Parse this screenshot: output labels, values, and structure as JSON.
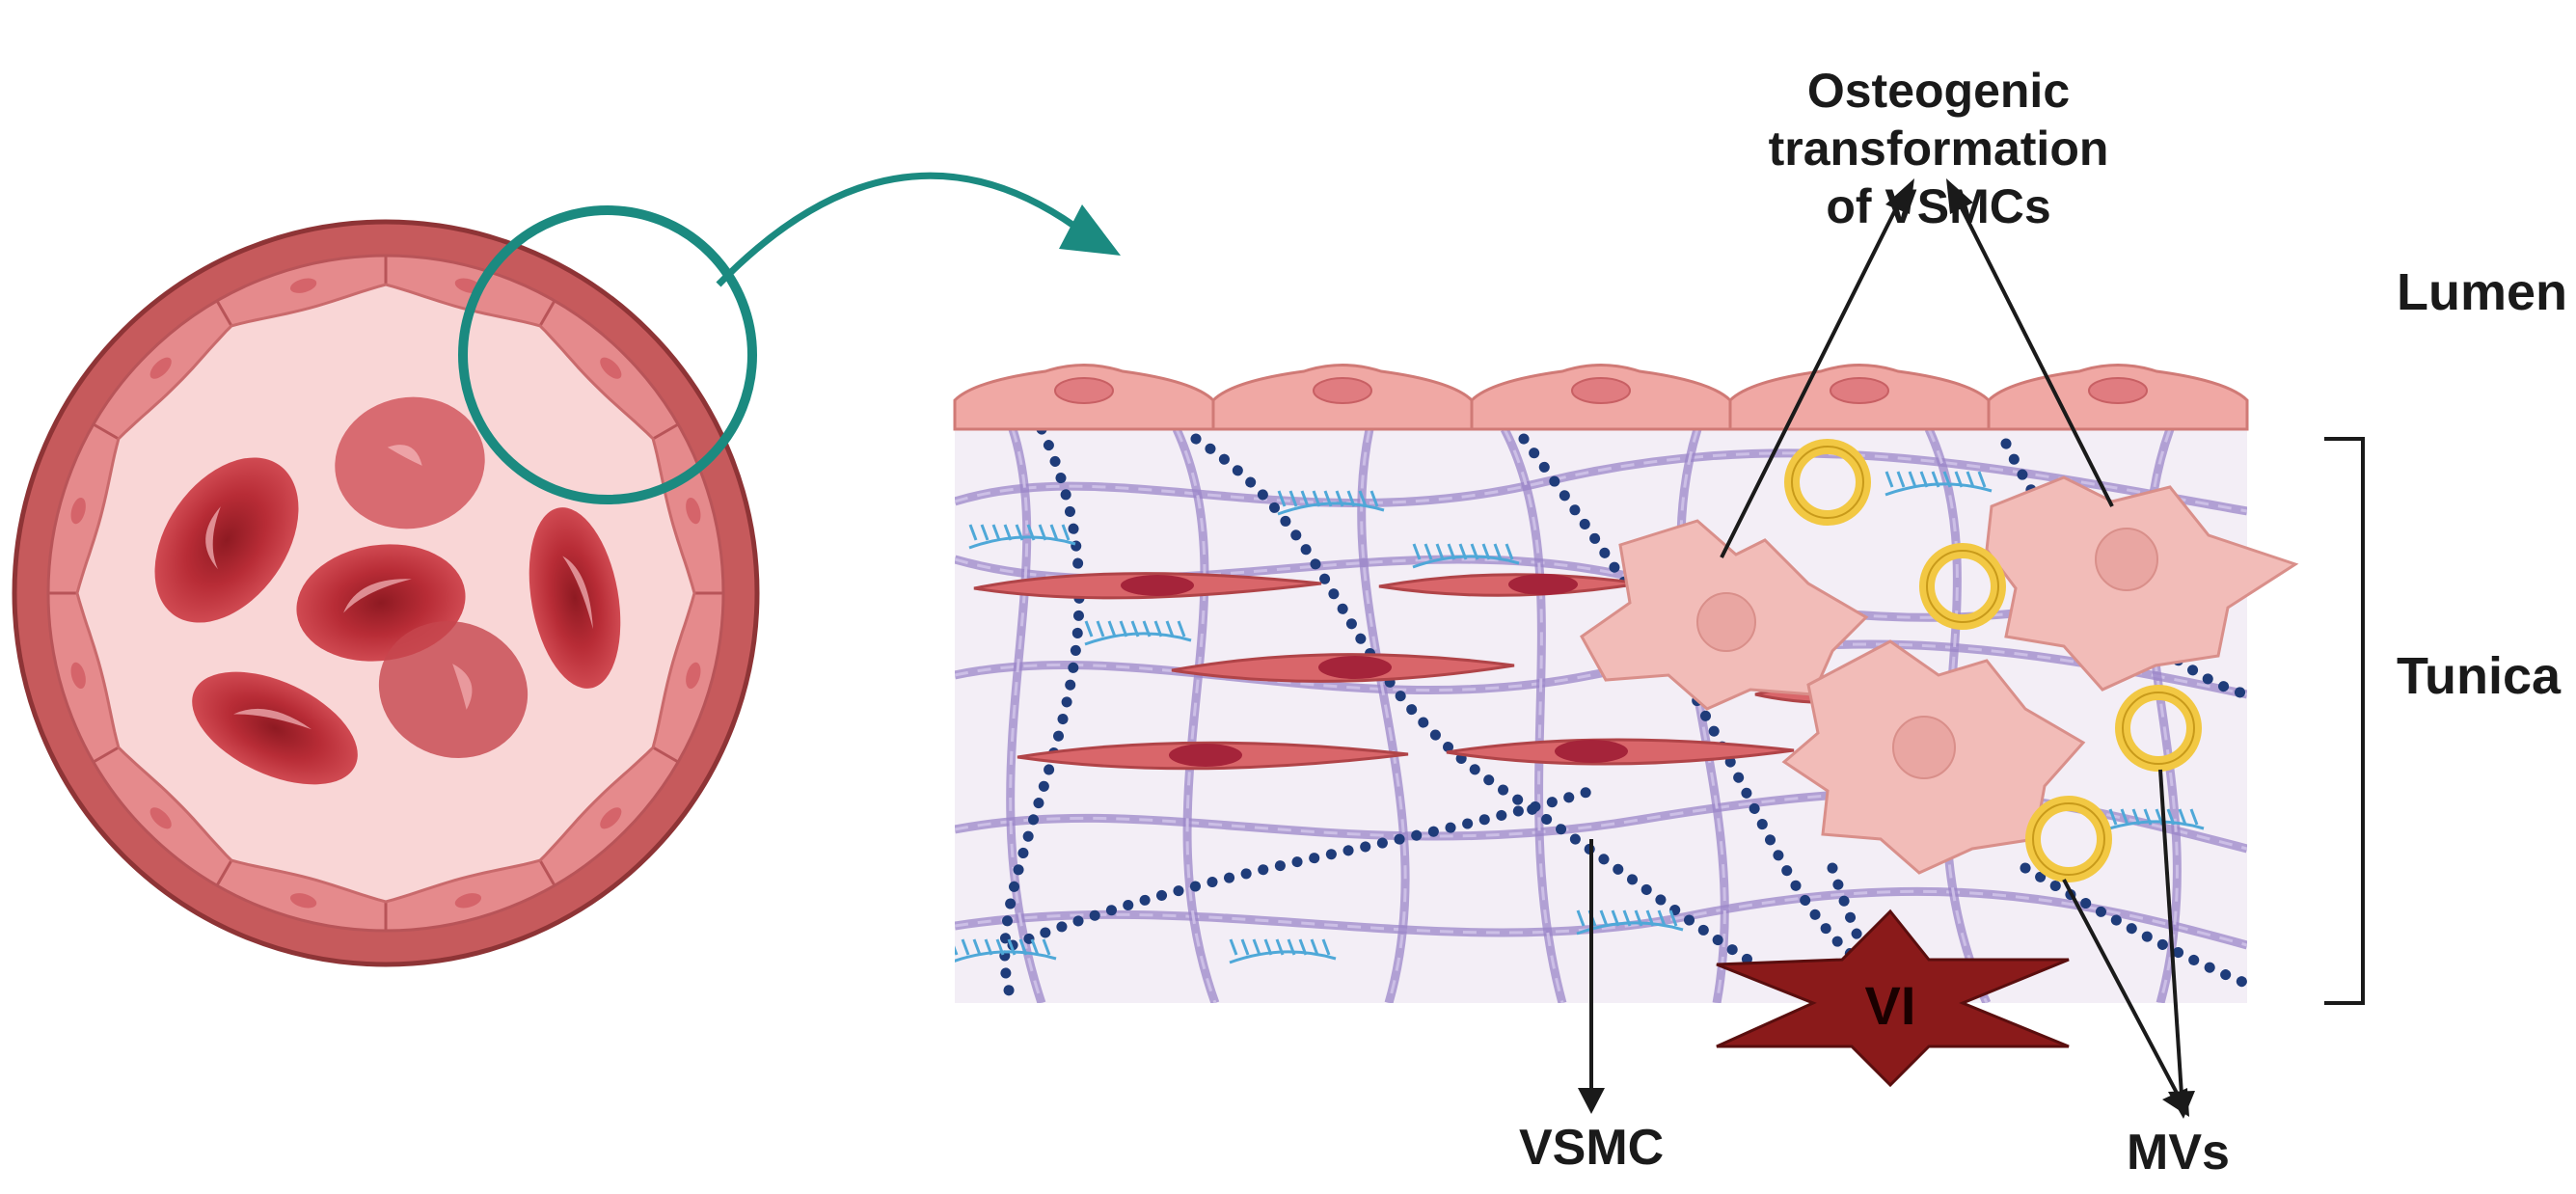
{
  "labels": {
    "osteogenic_line1": "Osteogenic",
    "osteogenic_line2": "transformation",
    "osteogenic_line3": "of VSMCs",
    "lumen": "Lumen",
    "tunica": "Tunica",
    "vsmc": "VSMC",
    "mvs": "MVs",
    "vi": "VI"
  },
  "colors": {
    "vessel_wall_outer": "#c65a5c",
    "vessel_wall_mid": "#e58a8c",
    "lumen_fill": "#f9d6d6",
    "red_blood_cell": "#c0303a",
    "zoom_circle": "#1b8a80",
    "endothelial_cell": "#f0a8a4",
    "tunica_background": "#f3eef6",
    "elastin_fiber": "#9b86c8",
    "collagen_beads": "#1f3c7a",
    "vsmc_spindle": "#d9666a",
    "osteogenic_cell": "#f2bcb8",
    "matrix_vesicle": "#f2c843",
    "vi_star": "#8a1a1a"
  },
  "icons": {
    "zoom_arrow": "curved-arrow-icon",
    "bracket": "bracket-icon"
  }
}
